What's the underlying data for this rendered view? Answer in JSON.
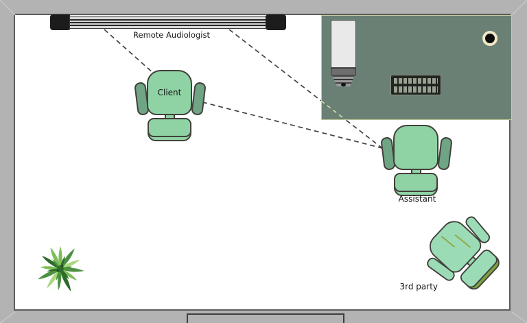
{
  "labels": {
    "remote_audiologist": "Remote Audiologist",
    "client": "Client",
    "assistant": "Assistant",
    "third_party": "3rd party"
  },
  "objects": {
    "screen": "wall-mounted-screen",
    "desk": "desk",
    "monitor": "monitor",
    "keyboard": "keyboard",
    "cup": "cup",
    "plant": "potted-plant",
    "door": "door-opening",
    "lines": "dashed-sight-lines"
  },
  "colors": {
    "wall": "#b3b3b3",
    "wall_border": "#5c5c5c",
    "miter": "#c7c7c7",
    "room": "#ffffff",
    "desk": "#6a8075",
    "desk_border": "#c4ca9c",
    "tv_body": "#d8d8d8",
    "tv_cap": "#1c1c1c",
    "tv_stripe": "#262626",
    "chair_fill": "#8fd2a4",
    "chair_arm": "#6fa585",
    "chair_line": "#42403a",
    "third_fill": "#9bdcb7",
    "third_lip": "#7ca244",
    "third_accent": "#93a63e",
    "line_dark": "#434343",
    "line_pale": "#d3d9a6",
    "cup_ring": "#f2e8c8",
    "cup_dark": "#0c0c0c",
    "monitor_screen": "#e9e9e9",
    "monitor_band": "#6e6e6e",
    "monitor_stand": "#9a9a9a",
    "keyboard_bg": "#21251f",
    "keyboard_keys": "#98a092",
    "door_border": "#3e3e3e",
    "text": "#141414",
    "plant_dark": "#2d6b2b",
    "plant_mid": "#4d9140",
    "plant_light": "#7cbf57",
    "plant_pale": "#a9d77e"
  }
}
